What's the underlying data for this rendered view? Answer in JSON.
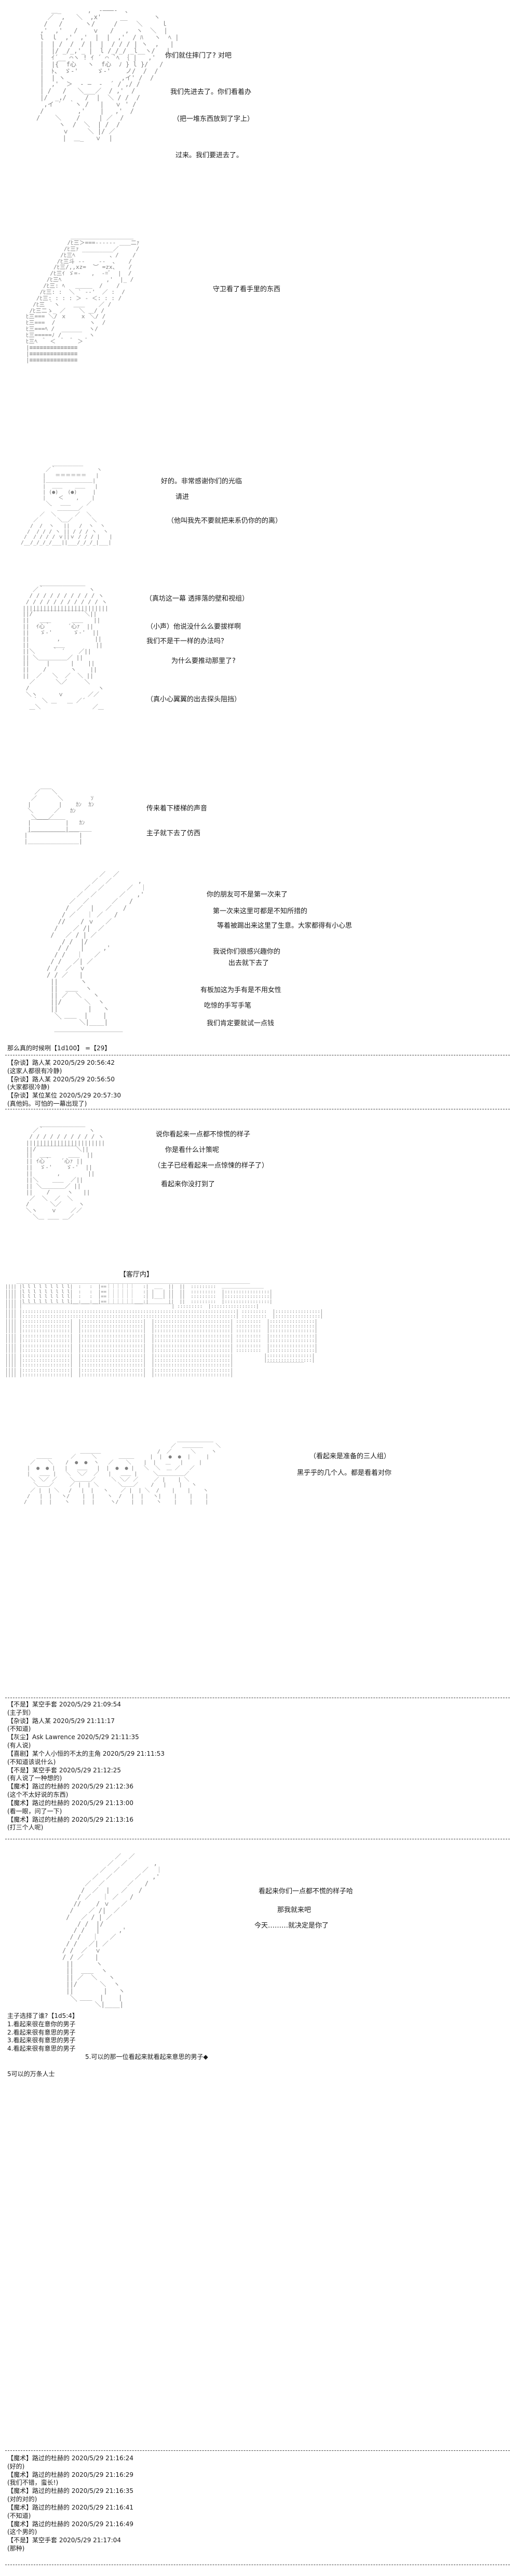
{
  "scene1": {
    "lines": [
      "你们就住摔门了? 对吧",
      "我们先进去了。你们看着办",
      "（把一堆东西放到了字上）",
      "过来。我们要进去了。"
    ]
  },
  "scene2": {
    "lines": [
      "守卫看了看手里的东西"
    ]
  },
  "scene3": {
    "lines": [
      "好的。非常感谢你们的光临",
      "请进",
      "（他叫我先不要就把来系仍你的的离）"
    ]
  },
  "scene4": {
    "lines": [
      "（真坊这一幕 透摔落的壁和视组）",
      "（小声）他说没什么么要拔样啊",
      "我们不是干一样的办法吗？",
      "为什么要推动那里了?",
      "（真小心翼翼的出去探头阻挡）"
    ]
  },
  "scene5": {
    "lines": [
      "传来着下楼梯的声音",
      "主子就下去了仿西"
    ]
  },
  "scene6": {
    "lines": [
      "你的朋友可不是第一次来了",
      "第一次来这里可都是不知所措的",
      "等着被踢出来这里了生意。大家都得有小心思",
      "我说你们很感兴趣你的",
      "出去就下去了",
      "有板加这为手有是不用女性",
      "吃惊的手写手笔",
      "我们肯定要就试一点钱"
    ],
    "caption": "那么真的时候咧【1d100】 =【29】"
  },
  "log1": [
    "【杂谈】路人某 2020/5/29 20:56:42",
    "(这家人都很有冷静)",
    "【杂谈】路人某 2020/5/29 20:56:50",
    "(大家都很冷静)",
    "【杂谈】某位某位 2020/5/29 20:57:30",
    "(真他妈。可怕的一幕出现了)"
  ],
  "scene7": {
    "lines": [
      "说你看起来一点都不惊慌的样子",
      "你是看什么计策呢",
      "（主子已经看起来一点惊悚的样子了）",
      "看起来你没打到了"
    ]
  },
  "scene8": {
    "label": "【客厅内】"
  },
  "scene9": {
    "lines": [
      "（看起来是准备的三人组）",
      "黑乎乎的几个人。都是看着对你"
    ]
  },
  "log2": [
    "【不是】某空手套 2020/5/29 21:09:54",
    "(主子到）",
    "【杂谈】路人某 2020/5/29 21:11:17",
    "(不知道)",
    "【灰尘】Ask Lawrence 2020/5/29 21:11:35",
    "(有人说)",
    "【喜剧】某个人小恒的不太的主角 2020/5/29 21:11:53",
    "(不知道该说什么)",
    "【不是】某空手套 2020/5/29 21:12:25",
    "(有人说了一种想的)",
    "【魔术】路过的杜赫的 2020/5/29 21:12:36",
    "(这个不太好说的东西)",
    "【魔术】路过的杜赫的 2020/5/29 21:13:00",
    "(看一眼，问了一下)",
    "【魔术】路过的杜赫的 2020/5/29 21:13:16",
    "(打三个人呢)"
  ],
  "scene10": {
    "lines": [
      "看起来你们一点都不慌的样子哈",
      "那我就来吧",
      "今天………就决定是你了"
    ],
    "choices": [
      "主子选择了谁?【1d5:4】",
      "1.看起来很在意你的男子",
      "2.看起来很有意思的男子",
      "3.看起来很有意思的男子",
      "4.看起来很有意思的男子",
      "5.可以的那一位看起来就看起来意思的男子◆"
    ],
    "caption": "5可以的万条人士"
  },
  "log3": [
    "【魔术】路过的杜赫的 2020/5/29 21:16:24",
    "(好的)",
    "【魔术】路过的杜赫的 2020/5/29 21:16:29",
    "(我们不错，蛮长!)",
    "【魔术】路过的杜赫的 2020/5/29 21:16:35",
    "(对的对的)",
    "【魔术】路过的杜赫的 2020/5/29 21:16:41",
    "(不知道)",
    "【魔术】路过的杜赫的 2020/5/29 21:16:49",
    "(这个男的)",
    "【不是】某空手套 2020/5/29 21:17:04",
    "(那种)"
  ]
}
